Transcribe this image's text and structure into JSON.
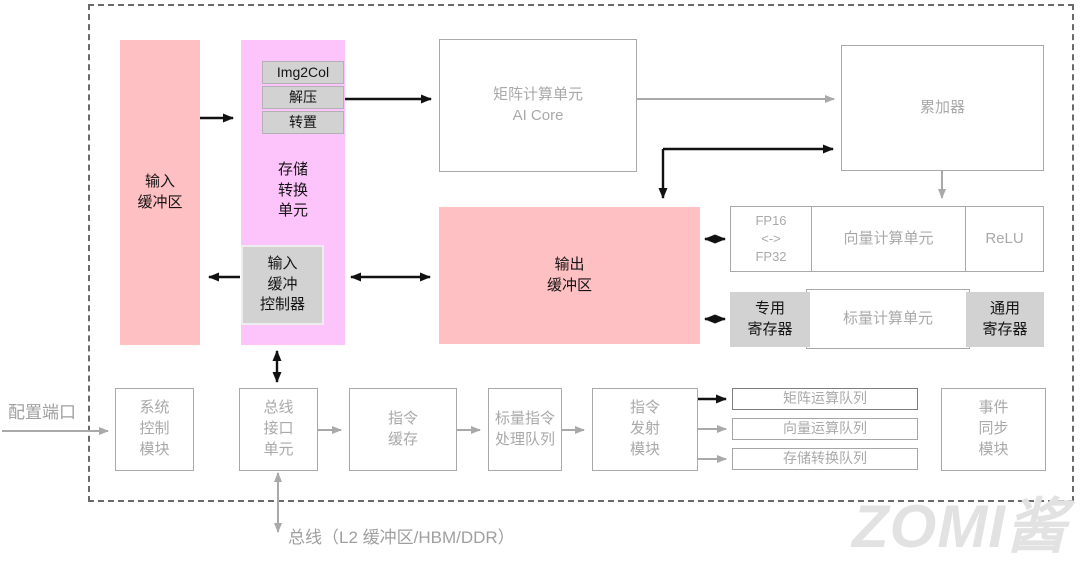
{
  "blocks": {
    "input_buffer": "输入\n缓冲区",
    "mte": "存储\n转换\n单元",
    "img2col": "Img2Col",
    "decompress": "解压",
    "transpose": "转置",
    "input_buffer_controller": "输入\n缓冲\n控制器",
    "matrix_unit": "矩阵计算单元\nAI Core",
    "accumulator": "累加器",
    "fp_convert": "FP16\n<->\nFP32",
    "vector_unit": "向量计算单元",
    "relu": "ReLU",
    "special_register": "专用\n寄存器",
    "scalar_unit": "标量计算单元",
    "general_register": "通用\n寄存器",
    "system_control": "系统\n控制\n模块",
    "bus_interface": "总线\n接口\n单元",
    "instruction_cache": "指令\n缓存",
    "scalar_instruction_queue": "标量指令\n处理队列",
    "instruction_issue": "指令\n发射\n模块",
    "matrix_op_queue": "矩阵运算队列",
    "vector_op_queue": "向量运算队列",
    "mte_queue": "存储转换队列",
    "event_sync": "事件\n同步\n模块"
  },
  "external": {
    "config_port": "配置端口",
    "bus": "总线（L2 缓冲区/HBM/DDR）"
  },
  "watermark": "ZOMI酱",
  "colors": {
    "buffer_pink": "#ffc0c3",
    "mte_magenta": "#fdc3fb",
    "gray_fill": "#d2d2d2",
    "box_border_gray": "#a9a9a9",
    "gray_text": "#a9a9a9",
    "black_text": "#141414",
    "dashed_frame": "#6a6a6a",
    "watermark_gray": "#e2e2e2"
  }
}
